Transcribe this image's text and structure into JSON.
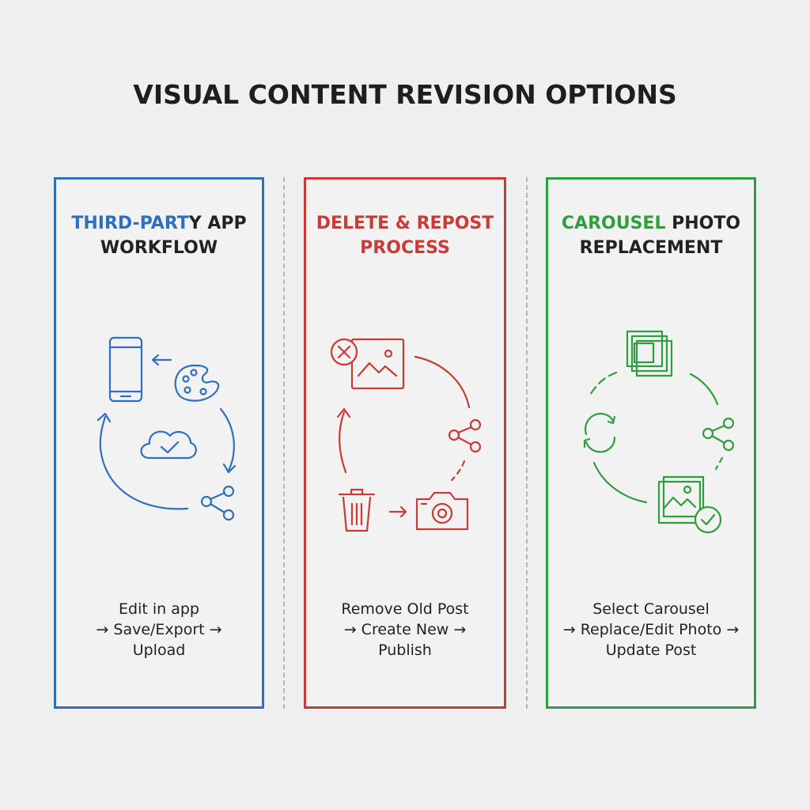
{
  "title": "VISUAL CONTENT REVISION OPTIONS",
  "colors": {
    "blue": "#2f6fc0",
    "red": "#cc3a35",
    "green": "#2f9e3c",
    "text": "#222222"
  },
  "panels": [
    {
      "heading_accent": "THIRD-PART",
      "heading_rest": "Y APP",
      "heading_line2": "WORKFLOW",
      "steps": [
        "Edit in app",
        "→ Save/Export →",
        "Upload"
      ],
      "icons": [
        "smartphone-icon",
        "palette-icon",
        "cloud-check-icon",
        "share-icon"
      ]
    },
    {
      "heading_accent_line1": "DELETE & REPOST",
      "heading_accent_line2": "PROCESS",
      "steps": [
        "Remove Old Post",
        "→ Create New →",
        "Publish"
      ],
      "icons": [
        "image-delete-icon",
        "share-icon",
        "trash-icon",
        "camera-icon"
      ]
    },
    {
      "heading_accent": "CAROUSEL",
      "heading_rest": " PHOTO",
      "heading_line2": "REPLACEMENT",
      "steps": [
        "Select Carousel",
        "→ Replace/Edit Photo →",
        "Update Post"
      ],
      "icons": [
        "carousel-stack-icon",
        "share-icon",
        "refresh-icon",
        "image-check-icon"
      ]
    }
  ]
}
